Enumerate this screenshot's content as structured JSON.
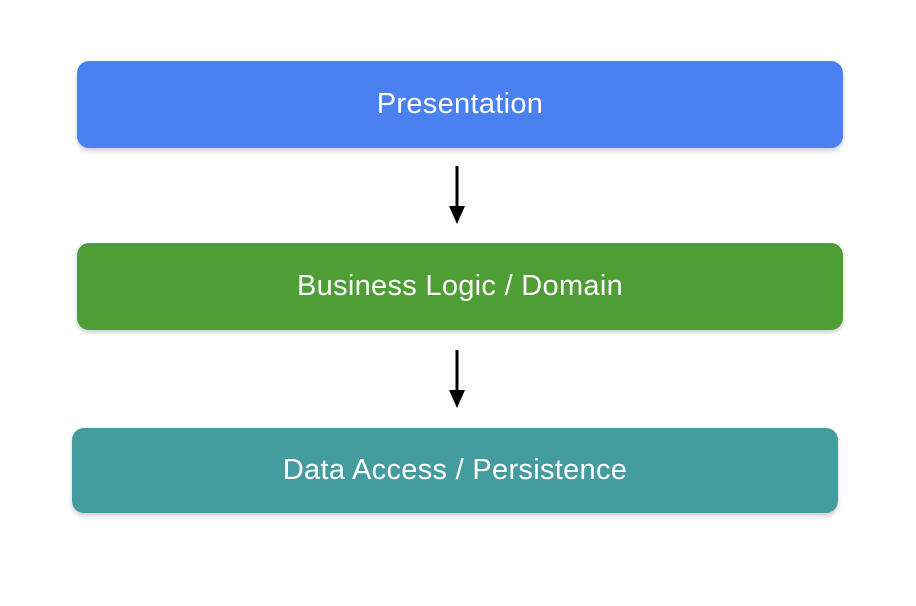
{
  "colors": {
    "background": "#FFFFFF",
    "text": "#FFFFFF",
    "arrow": "#000000"
  },
  "layers": [
    {
      "label": "Presentation",
      "color": "#4A80F0"
    },
    {
      "label": "Business Logic / Domain",
      "color": "#4F9D35"
    },
    {
      "label": "Data Access / Persistence",
      "color": "#459C9E"
    }
  ],
  "arrows": [
    {
      "name": "arrow-presentation-to-business",
      "direction": "down"
    },
    {
      "name": "arrow-business-to-data",
      "direction": "down"
    }
  ]
}
